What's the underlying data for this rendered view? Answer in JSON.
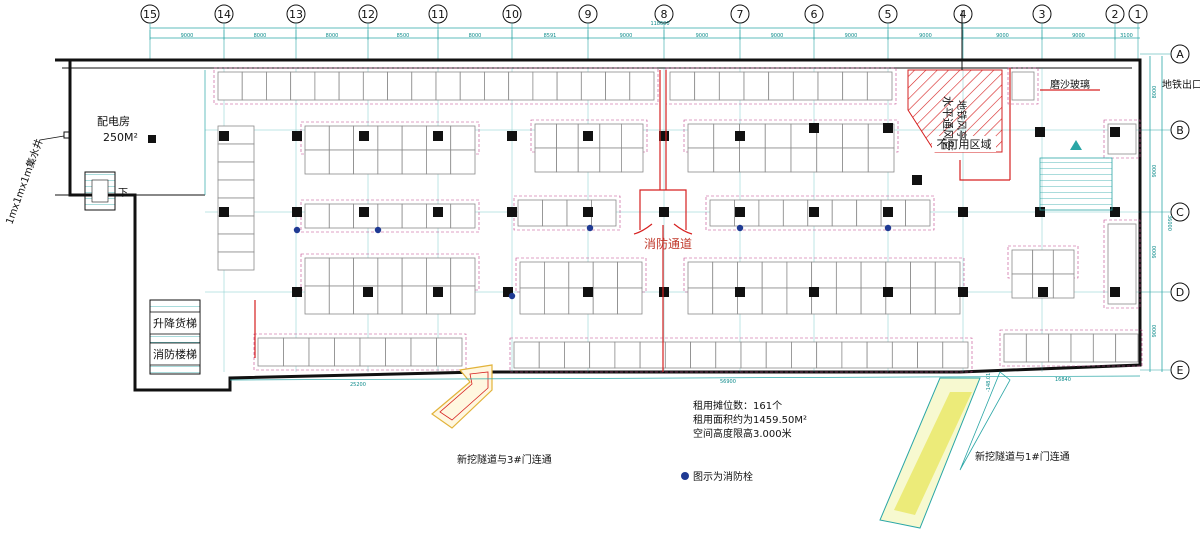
{
  "axes": {
    "top": [
      "15",
      "14",
      "13",
      "12",
      "11",
      "10",
      "9",
      "8",
      "7",
      "6",
      "5",
      "4",
      "3",
      "2",
      "1"
    ],
    "right": [
      "A",
      "B",
      "C",
      "D",
      "E"
    ]
  },
  "dimensions": {
    "top_total": "118600",
    "top_segments": [
      "9000",
      "8000",
      "8000",
      "8500",
      "8000",
      "8591",
      "9000",
      "9000",
      "9000",
      "9000",
      "9000",
      "9000",
      "9000",
      "3100"
    ],
    "right_segments": [
      "8000",
      "9000",
      "9000",
      "9000",
      "8000"
    ],
    "right_total": "36000",
    "bottom": [
      "25200",
      "56900",
      "16840"
    ]
  },
  "rooms": {
    "power_room": "配电房",
    "power_area": "250M²",
    "freight_lift": "升降货梯",
    "fire_stairs": "消防楼梯",
    "stair_down": "下",
    "fire_passage": "消防通道",
    "unusable": "不可用区域",
    "vent_shaft": "水平通风管",
    "vent_shaft_sub": "地铁风亭",
    "frosted_glass": "磨沙玻璃",
    "metro_exit": "地铁出口",
    "drain_well": "1mx1mx1m集水井"
  },
  "notes": {
    "stalls": "租用摊位数：161个",
    "area": "租用面积约为1459.50M²",
    "height": "空间高度限高3.000米"
  },
  "tunnels": {
    "left": "新挖隧道与3#门连通",
    "right": "新挖隧道与1#门连通",
    "right_elev": "-148.01"
  },
  "legend": {
    "hydrant_label": "图示为消防栓"
  },
  "colors": {
    "wall": "#111111",
    "grid": "#2aa6a6",
    "stall": "#8a8a8a",
    "stall_dash": "#c0458a",
    "fire_route": "#d62020",
    "hatch": "#d62020",
    "tunnel": "#e2b33a",
    "tunnel_right": "#e7e34a",
    "hydrant": "#1f3a93"
  }
}
